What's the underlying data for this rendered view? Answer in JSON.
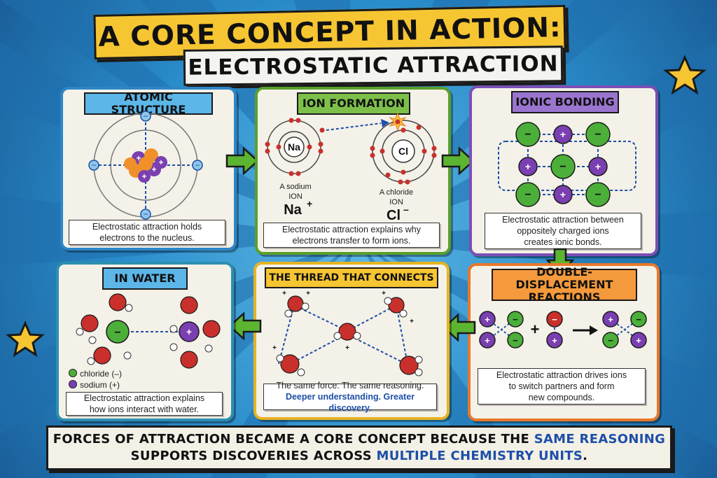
{
  "header": {
    "title_line1": "A CORE CONCEPT IN ACTION:",
    "title_line2": "ELECTROSTATIC ATTRACTION"
  },
  "panels": {
    "atomic": {
      "title": "ATOMIC STRUCTURE",
      "caption_line1": "Electrostatic attraction holds",
      "caption_line2": "electrons to the nucleus."
    },
    "ion_formation": {
      "title": "ION FORMATION",
      "na_symbol": "Na",
      "cl_symbol": "Cl",
      "na_label_line1": "A sodium",
      "na_label_line2": "ION",
      "na_ion": "Na",
      "na_charge": "+",
      "cl_label_line1": "A chloride",
      "cl_label_line2": "ION",
      "cl_ion": "Cl",
      "cl_charge": "–",
      "caption_line1": "Electrostatic attraction explains why",
      "caption_line2": "electrons transfer to form ions."
    },
    "ionic_bonding": {
      "title": "IONIC BONDING",
      "caption_line1": "Electrostatic attraction between",
      "caption_line2": "oppositely charged ions",
      "caption_line3": "creates ionic bonds."
    },
    "double_displacement": {
      "title_line1": "DOUBLE-DISPLACEMENT",
      "title_line2": "REACTIONS",
      "plus_sign": "+",
      "caption_line1": "Electrostatic attraction drives ions",
      "caption_line2": "to switch partners and form",
      "caption_line3": "new compounds."
    },
    "thread": {
      "title": "THE THREAD THAT CONNECTS",
      "caption_line1": "The same force. The same reasoning.",
      "caption_line2": "Deeper understanding. Greater discovery."
    },
    "water": {
      "title": "IN WATER",
      "legend_chloride": "chloride (–)",
      "legend_sodium": "sodium (+)",
      "caption_line1": "Electrostatic attraction explains",
      "caption_line2": "how ions interact with water."
    }
  },
  "footer": {
    "line1_part1": "FORCES OF ATTRACTION BECAME A CORE CONCEPT BECAUSE THE ",
    "line1_highlight": "SAME REASONING",
    "line2_part1": "SUPPORTS DISCOVERIES ACROSS ",
    "line2_highlight": "MULTIPLE CHEMISTRY UNITS",
    "line2_end": "."
  },
  "colors": {
    "background_blue": "#2a8dcb",
    "title_yellow": "#f6c532",
    "atomic_blue": "#2e86c8",
    "ion_green": "#5aa02c",
    "ionic_purple": "#7b4fb5",
    "displacement_orange": "#e8782a",
    "thread_yellow": "#e6b422",
    "water_teal": "#2c8fb0",
    "chloride_green": "#4caf3a",
    "sodium_purple": "#7a3fb0",
    "oxygen_red": "#c9302c",
    "arrow_green": "#5cb531",
    "highlight_blue": "#1d4fa8"
  },
  "icons": [
    "star-icon",
    "arrow-right-icon",
    "arrow-left-icon",
    "arrow-down-icon",
    "reaction-arrow-icon"
  ]
}
